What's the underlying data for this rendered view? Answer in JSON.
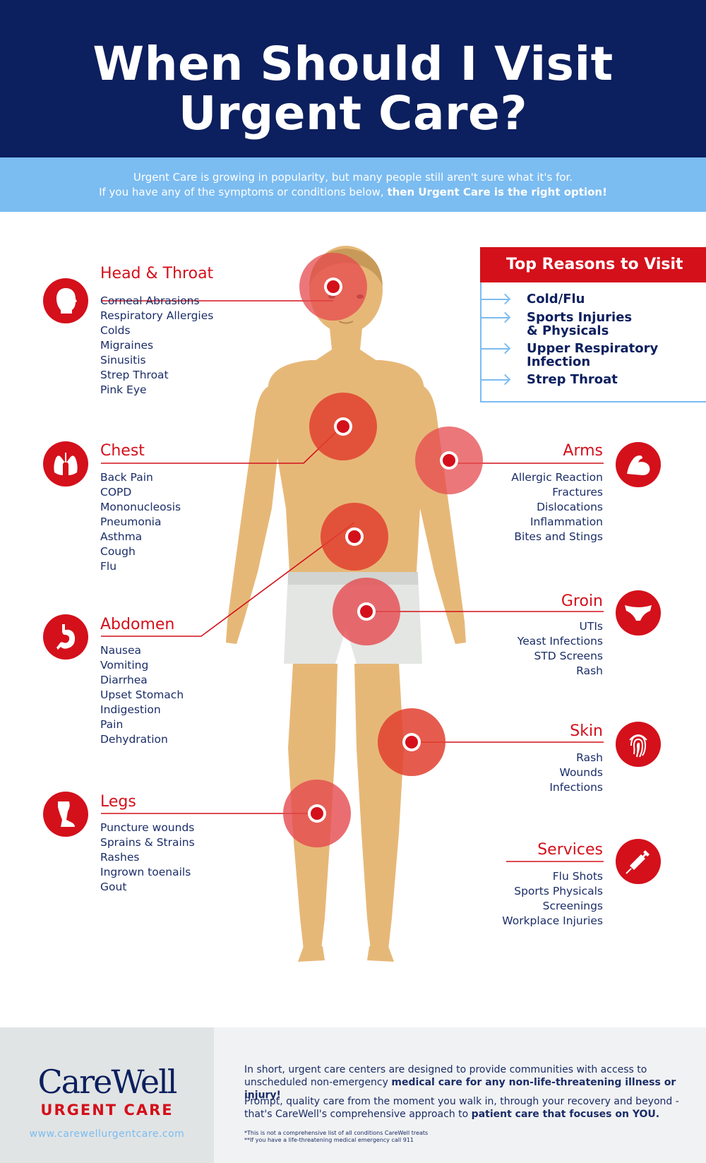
{
  "header": {
    "title_line1": "When Should I Visit",
    "title_line2": "Urgent Care?"
  },
  "intro": {
    "line1": "Urgent Care is growing in popularity, but many people still aren't sure what it's for.",
    "line2_start": "If you have any of the symptoms or conditions below, ",
    "line2_bold": "then Urgent Care is the right option!"
  },
  "top_reasons": {
    "title": "Top Reasons to Visit",
    "items": [
      {
        "line1": "Cold/Flu",
        "line2": ""
      },
      {
        "line1": "Sports Injuries",
        "line2": "& Physicals"
      },
      {
        "line1": "Upper Respiratory",
        "line2": "Infection"
      },
      {
        "line1": "Strep Throat",
        "line2": ""
      }
    ]
  },
  "categories": {
    "head_throat": {
      "title": "Head & Throat",
      "icon": "head-icon",
      "items": [
        "Corneal Abrasions",
        "Respiratory Allergies",
        "Colds",
        "Migraines",
        "Sinusitis",
        "Strep Throat",
        "Pink Eye"
      ]
    },
    "chest": {
      "title": "Chest",
      "icon": "lungs-icon",
      "items": [
        "Back Pain",
        "COPD",
        "Mononucleosis",
        "Pneumonia",
        "Asthma",
        "Cough",
        "Flu"
      ]
    },
    "abdomen": {
      "title": "Abdomen",
      "icon": "stomach-icon",
      "items": [
        "Nausea",
        "Vomiting",
        "Diarrhea",
        "Upset Stomach",
        "Indigestion",
        "Pain",
        "Dehydration"
      ]
    },
    "legs": {
      "title": "Legs",
      "icon": "leg-icon",
      "items": [
        "Puncture wounds",
        "Sprains & Strains",
        "Rashes",
        "Ingrown toenails",
        "Gout"
      ]
    },
    "arms": {
      "title": "Arms",
      "icon": "flexed-arm-icon",
      "items": [
        "Allergic Reaction",
        "Fractures",
        "Dislocations",
        "Inflammation",
        "Bites and Stings"
      ]
    },
    "groin": {
      "title": "Groin",
      "icon": "underwear-icon",
      "items": [
        "UTIs",
        "Yeast Infections",
        "STD Screens",
        "Rash"
      ]
    },
    "skin": {
      "title": "Skin",
      "icon": "fingerprint-icon",
      "items": [
        "Rash",
        "Wounds",
        "Infections"
      ]
    },
    "services": {
      "title": "Services",
      "icon": "syringe-icon",
      "items": [
        "Flu Shots",
        "Sports Physicals",
        "Screenings",
        "Workplace Injuries"
      ]
    }
  },
  "colors": {
    "navy": "#0c1f5e",
    "light_blue": "#7bbcf1",
    "red": "#d4101b",
    "skin": "#e6b878",
    "shorts": "#e4e6e3"
  },
  "footer": {
    "logo_name": "CareWell",
    "logo_sub": "URGENT CARE",
    "url": "www.carewellurgentcare.com",
    "p1_start": "In short, urgent care centers are designed to provide communities with access to unscheduled non-emergency ",
    "p1_bold": "medical care for any non-life-threatening illness or injury!",
    "p2_start": "Prompt, quality care from the moment you walk in, through your recovery and beyond - that's CareWell's comprehensive approach to ",
    "p2_bold": "patient care that focuses on YOU.",
    "note1": "*This is not a comprehensive list of all conditions CareWell treats",
    "note2": "**If you have a life-threatening medical emergency call 911"
  }
}
